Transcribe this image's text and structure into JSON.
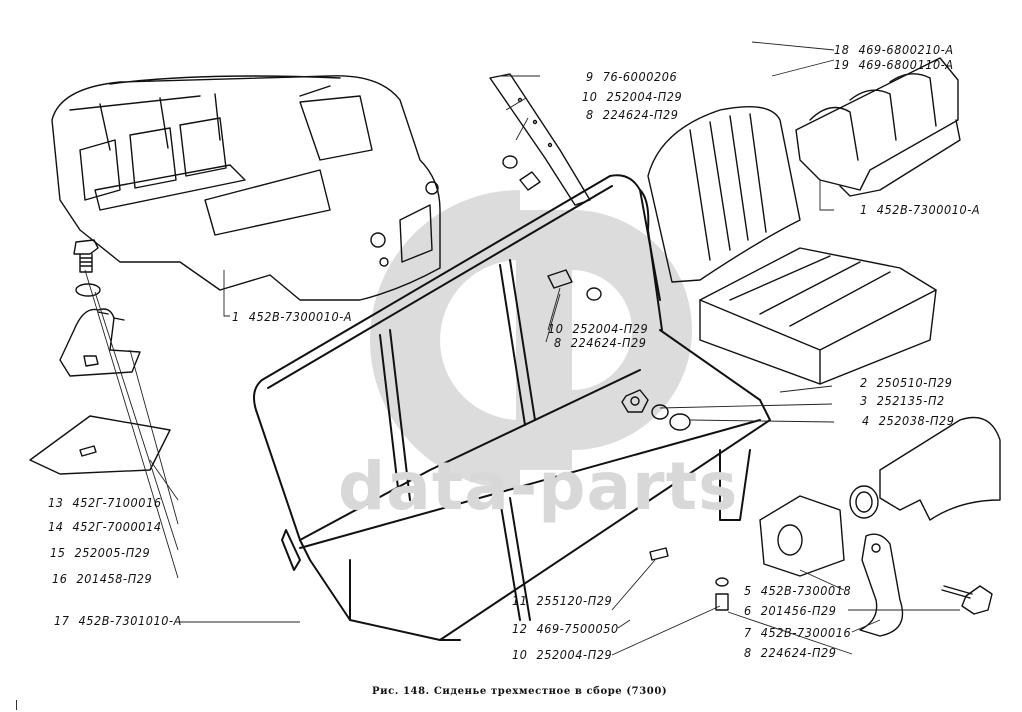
{
  "figure": {
    "caption": "Рис. 148. Сиденье трехместное в сборе (7300)",
    "watermark": "data-parts",
    "watermark_logo": "gb-monogram"
  },
  "callouts": [
    {
      "id": "c18",
      "num": "18",
      "part": "469-6800210-A"
    },
    {
      "id": "c19",
      "num": "19",
      "part": "469-6800110-A"
    },
    {
      "id": "c9",
      "num": "9",
      "part": "76-6000206"
    },
    {
      "id": "c10a",
      "num": "10",
      "part": "252004-П29"
    },
    {
      "id": "c8a",
      "num": "8",
      "part": "224624-П29"
    },
    {
      "id": "c1a",
      "num": "1",
      "part": "452В-7300010-А"
    },
    {
      "id": "c1b",
      "num": "1",
      "part": "452В-7300010-А"
    },
    {
      "id": "c10b",
      "num": "10",
      "part": "252004-П29"
    },
    {
      "id": "c8b",
      "num": "8",
      "part": "224624-П29"
    },
    {
      "id": "c2",
      "num": "2",
      "part": "250510-П29"
    },
    {
      "id": "c3",
      "num": "3",
      "part": "252135-П2"
    },
    {
      "id": "c4",
      "num": "4",
      "part": "252038-П29"
    },
    {
      "id": "c13",
      "num": "13",
      "part": "452Г-7100016"
    },
    {
      "id": "c14",
      "num": "14",
      "part": "452Г-7000014"
    },
    {
      "id": "c15",
      "num": "15",
      "part": "252005-П29"
    },
    {
      "id": "c16",
      "num": "16",
      "part": "201458-П29"
    },
    {
      "id": "c17",
      "num": "17",
      "part": "452В-7301010-А"
    },
    {
      "id": "c11",
      "num": "11",
      "part": "255120-П29"
    },
    {
      "id": "c12",
      "num": "12",
      "part": "469-7500050"
    },
    {
      "id": "c10c",
      "num": "10",
      "part": "252004-П29"
    },
    {
      "id": "c5",
      "num": "5",
      "part": "452В-7300018"
    },
    {
      "id": "c6",
      "num": "6",
      "part": "201456-П29"
    },
    {
      "id": "c7",
      "num": "7",
      "part": "452В-7300016"
    },
    {
      "id": "c8c",
      "num": "8",
      "part": "224624-П29"
    }
  ],
  "components": [
    "vehicle-body-cutaway",
    "seat-frame",
    "seat-back-cushion",
    "seat-cushion",
    "three-seat-bench-assembly",
    "bracket-clamp",
    "bolt",
    "washer",
    "nut",
    "rubber-bushing",
    "strap",
    "floor-plate",
    "floor-bracket",
    "hinge-pin-tube"
  ]
}
